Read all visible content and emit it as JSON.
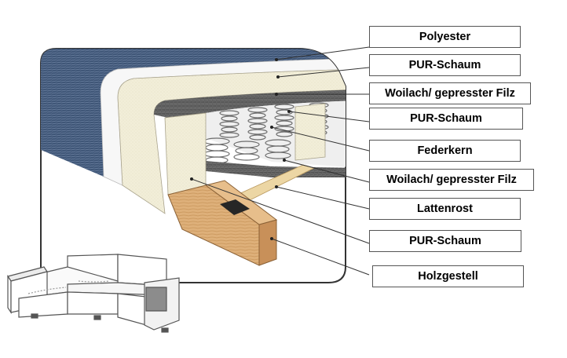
{
  "labels": [
    {
      "text": "Polyester"
    },
    {
      "text": "PUR-Schaum"
    },
    {
      "text": "Woilach/ gepresster Filz"
    },
    {
      "text": "PUR-Schaum"
    },
    {
      "text": "Federkern"
    },
    {
      "text": "Woilach/ gepresster Filz"
    },
    {
      "text": "Lattenrost"
    },
    {
      "text": "PUR-Schaum"
    },
    {
      "text": "Holzgestell"
    }
  ],
  "colors": {
    "fabric": "#3f5677",
    "foam": "#f1ecd8",
    "felt": "#5a5a5a",
    "wood": "#deb07a",
    "slat": "#ecd6a4",
    "line": "#333333"
  },
  "icons": [
    "spring-coil-icon",
    "corner-sofa-icon"
  ]
}
